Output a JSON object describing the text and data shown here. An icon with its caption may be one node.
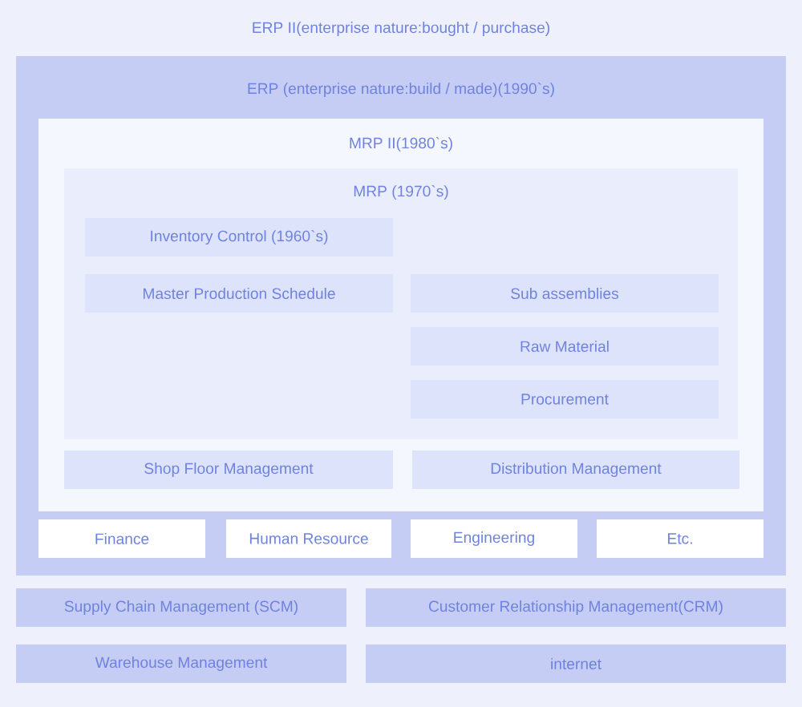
{
  "diagram": {
    "nodes": [
      {
        "text": [
          "ERP II(enterprise nature:bought / purchase)"
        ]
      },
      {
        "text": [
          "ERP (enterprise nature:build / made)(1990`s)"
        ],
        "in": 0
      },
      {
        "text": [
          "MRP II(1980`s)"
        ],
        "in": 1
      },
      {
        "text": [
          "MRP (1970`s)"
        ],
        "in": 2
      },
      {
        "text": [
          "Inventory Control (1960`s)"
        ],
        "in": 3
      },
      {
        "text": [
          "Master Production Schedule"
        ],
        "in": 3
      },
      {
        "text": [
          "Sub assemblies"
        ],
        "in": 3
      },
      {
        "text": [
          "Raw Material"
        ],
        "in": 3
      },
      {
        "text": [
          "Procurement"
        ],
        "in": 3
      },
      {
        "text": [
          "Shop Floor Management"
        ],
        "in": 2
      },
      {
        "text": [
          "Distribution Management"
        ],
        "in": 2
      },
      {
        "text": [
          "Finance"
        ],
        "in": 1
      },
      {
        "text": [
          "Human Resource"
        ],
        "in": 1
      },
      {
        "text": [
          "Engineering"
        ],
        "in": 1
      },
      {
        "text": [
          "Etc."
        ],
        "in": 1
      },
      {
        "text": [
          "Supply Chain Management (SCM)"
        ],
        "in": 0
      },
      {
        "text": [
          "Customer Relationship Management(CRM)"
        ],
        "in": 0
      },
      {
        "text": [
          "Warehouse Management"
        ],
        "in": 0
      },
      {
        "text": [
          "internet"
        ],
        "in": 0
      }
    ]
  }
}
